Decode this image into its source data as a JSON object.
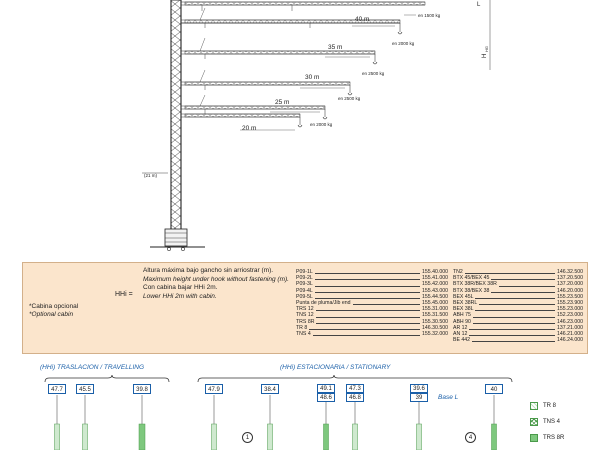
{
  "crane": {
    "top_note": "L",
    "hook_height_label": "H",
    "hook_height_sub": "HG",
    "mast_mark": "(21 m)",
    "jibs": [
      {
        "radius": "40 m",
        "load": "en 1500 kg"
      },
      {
        "radius": "35 m",
        "load": "en 2000 kg"
      },
      {
        "radius": "30 m",
        "load": "en 2500 kg"
      },
      {
        "radius": "25 m",
        "load": "en 2500 kg"
      },
      {
        "radius": "20 m",
        "load": "en 2000 kg"
      }
    ]
  },
  "panel": {
    "cabin_es": "*Cabina opcional",
    "cabin_en": "*Optional cabin",
    "h_symbol": "HHi =",
    "desc_es": "Altura máxima bajo gancho sin arriostrar (m).",
    "desc_en": "Maximum height under hook without fastening (m).",
    "lower_es": "Con cabina bajar HHi 2m.",
    "lower_en": "Lower HHi 2m with cabin.",
    "masts_left": [
      {
        "name": "P09-1L",
        "value": "155.40.000"
      },
      {
        "name": "P09-2L",
        "value": "155.41.000"
      },
      {
        "name": "P09-3L",
        "value": "155.42.000"
      },
      {
        "name": "P09-4L",
        "value": "155.43.000"
      },
      {
        "name": "P09-5L",
        "value": "155.44.500"
      },
      {
        "name": "Punta de pluma/Jib end",
        "value": "155.45.000"
      },
      {
        "name": "TRS 12",
        "value": "155.31.000"
      },
      {
        "name": "TNS 12",
        "value": "155.31.500"
      },
      {
        "name": "TRS 8R",
        "value": "155.30.500"
      },
      {
        "name": "TR 8",
        "value": "146.30.500"
      },
      {
        "name": "TNS 4",
        "value": "155.32.000"
      }
    ],
    "masts_right": [
      {
        "name": "TN2",
        "value": "146.32.500"
      },
      {
        "name": "BTX 45/BEX 45",
        "value": "137.20.500"
      },
      {
        "name": "BTX 38R/BEX 38R",
        "value": "137.20.000"
      },
      {
        "name": "BTX 38/BEX 38",
        "value": "146.20.000"
      },
      {
        "name": "BEX 45L",
        "value": "155.23.500"
      },
      {
        "name": "BEX 38RL",
        "value": "155.23.900"
      },
      {
        "name": "BEX 38L",
        "value": "155.23.000"
      },
      {
        "name": "ABH 75",
        "value": "152.23.000"
      },
      {
        "name": "ABH 90",
        "value": "146.23.000"
      },
      {
        "name": "AR 12",
        "value": "137.21.000"
      },
      {
        "name": "AN 12",
        "value": "146.21.000"
      },
      {
        "name": "BE 442",
        "value": "146.24.000"
      }
    ]
  },
  "bottom": {
    "travel_caption": "(HHi) TRASLACION / TRAVELLING",
    "stat_caption": "(HHi) ESTACIONARIA / STATIONARY",
    "travel_heights": [
      "47.7",
      "45.5",
      "39.8"
    ],
    "stat_heights": [
      "47.9",
      "38.4",
      "49.1",
      "48.6",
      "47.3",
      "46.8",
      "39.6",
      "39",
      "40"
    ],
    "base_label": "Base L",
    "circles": [
      "1",
      "4"
    ],
    "legend": [
      {
        "label": "TR 8",
        "style": "hatch"
      },
      {
        "label": "TNS 4",
        "style": "cross"
      },
      {
        "label": "TRS 8R",
        "style": "solid"
      }
    ]
  }
}
